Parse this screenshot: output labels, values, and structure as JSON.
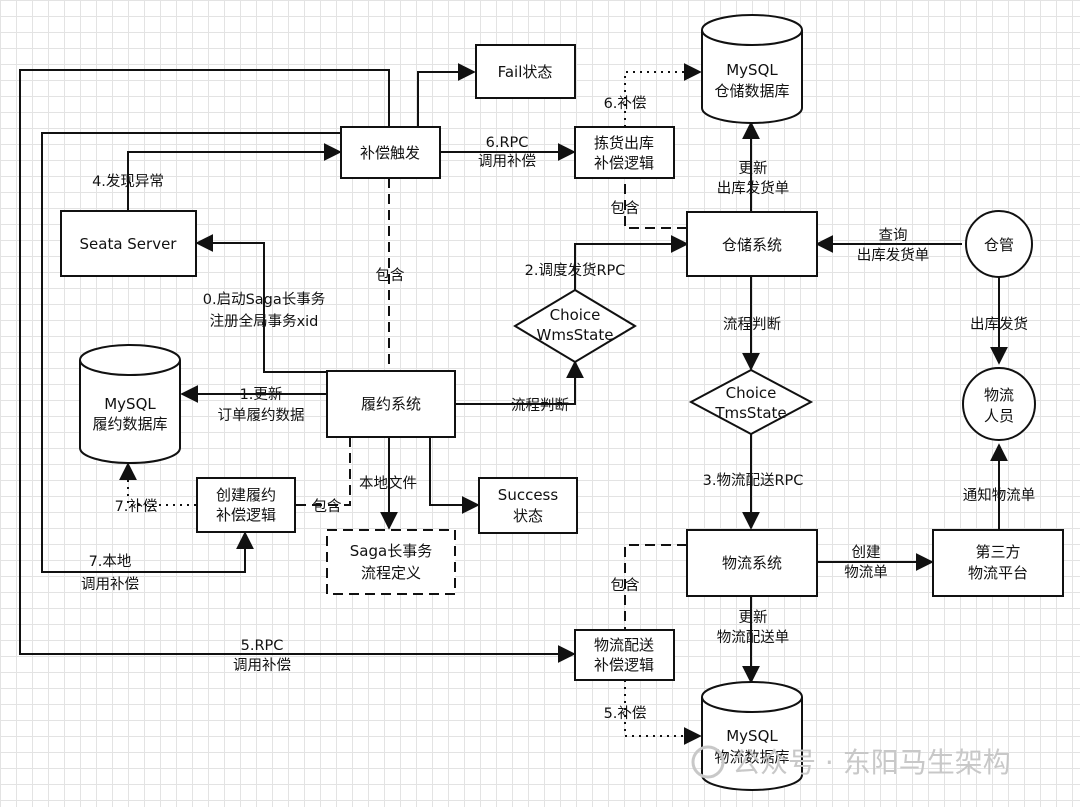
{
  "nodes": {
    "fail": "Fail状态",
    "mysql_wms": [
      "MySQL",
      "仓储数据库"
    ],
    "compensate_trigger": "补偿触发",
    "pick_compensate": [
      "拣货出库",
      "补偿逻辑"
    ],
    "seata": "Seata Server",
    "wms": "仓储系统",
    "keeper": "仓管",
    "choice_wms": [
      "Choice",
      "WmsState"
    ],
    "mysql_oms": [
      "MySQL",
      "履约数据库"
    ],
    "oms": "履约系统",
    "choice_tms": [
      "Choice",
      "TmsState"
    ],
    "courier": [
      "物流",
      "人员"
    ],
    "create_compensate": [
      "创建履约",
      "补偿逻辑"
    ],
    "success": [
      "Success",
      "状态"
    ],
    "saga_def": [
      "Saga长事务",
      "流程定义"
    ],
    "tms": "物流系统",
    "third_party": [
      "第三方",
      "物流平台"
    ],
    "tms_compensate": [
      "物流配送",
      "补偿逻辑"
    ],
    "mysql_tms": [
      "MySQL",
      "物流数据库"
    ]
  },
  "labels": {
    "comp6_db": "6.补偿",
    "rpc6": [
      "6.RPC",
      "调用补偿"
    ],
    "discover": "4.发现异常",
    "update_outbound": [
      "更新",
      "出库发货单"
    ],
    "contain_wms": "包含",
    "query": [
      "查询",
      "出库发货单"
    ],
    "contain_oms": "包含",
    "dispatch_rpc": "2.调度发货RPC",
    "start_saga": [
      "0.启动Saga长事务",
      "注册全局事务xid"
    ],
    "flow_judge_wms": "流程判断",
    "outbound_ship": "出库发货",
    "update_order": [
      "1.更新",
      "订单履约数据"
    ],
    "flow_judge_oms": "流程判断",
    "local_file": "本地文件",
    "contain_local": "包含",
    "comp7": "7.补偿",
    "delivery_rpc": "3.物流配送RPC",
    "notify": "通知物流单",
    "local7": [
      "7.本地",
      "调用补偿"
    ],
    "create_waybill": [
      "创建",
      "物流单"
    ],
    "contain_tms": "包含",
    "update_delivery": [
      "更新",
      "物流配送单"
    ],
    "rpc5": [
      "5.RPC",
      "调用补偿"
    ],
    "comp5": "5.补偿"
  },
  "watermark": "公众号 · 东阳马生架构"
}
